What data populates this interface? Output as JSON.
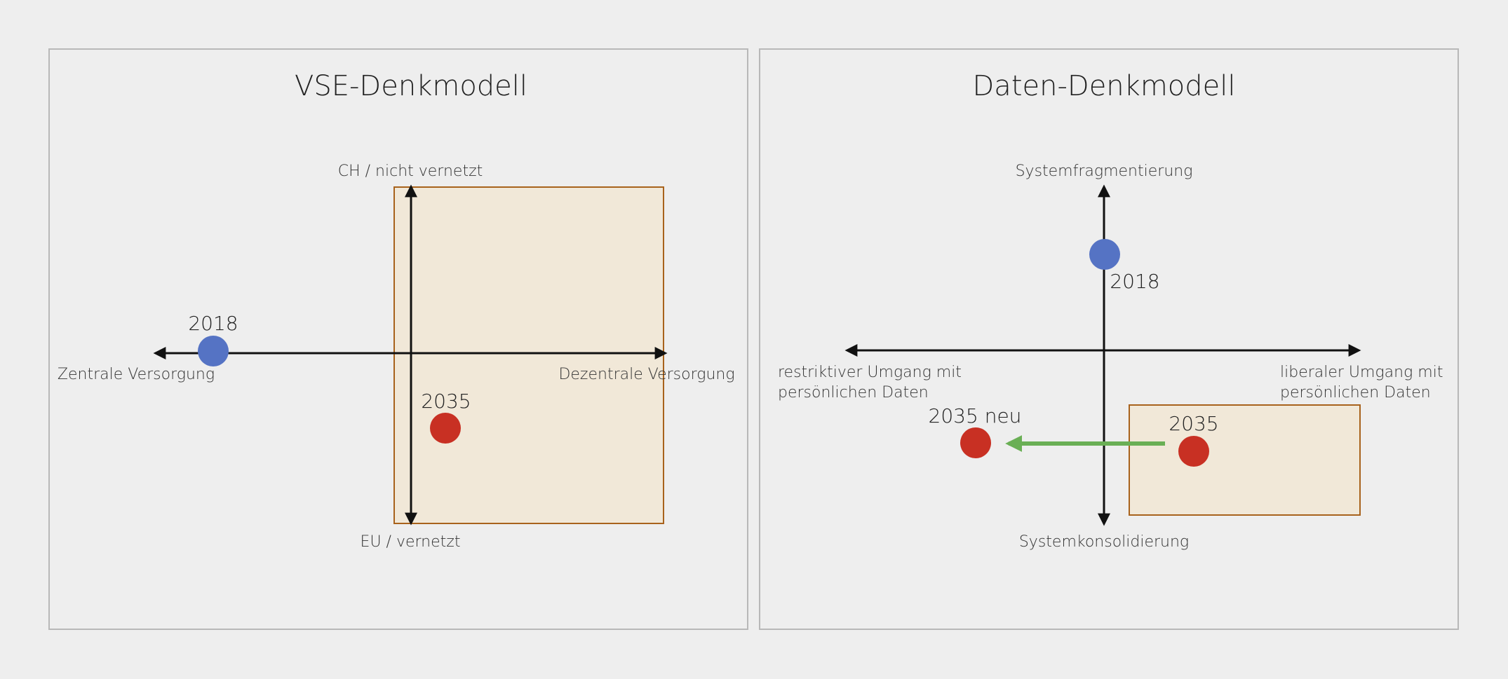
{
  "colors": {
    "background": "#eeeeee",
    "panel_border": "#b8b8b8",
    "axis": "#111111",
    "region_fill": "#f1e8d8",
    "region_stroke": "#a8621c",
    "marker_2018": "#5573c4",
    "marker_2035": "#c83023",
    "shift_arrow": "#6aaf55"
  },
  "left": {
    "title": "VSE-Denkmodell",
    "axis_top": "CH / nicht vernetzt",
    "axis_bottom": "EU / vernetzt",
    "axis_left": "Zentrale Versorgung",
    "axis_right": "Dezentrale Versorgung",
    "marker_2018": "2018",
    "marker_2035": "2035"
  },
  "right": {
    "title": "Daten-Denkmodell",
    "axis_top": "Systemfragmentierung",
    "axis_bottom": "Systemkonsolidierung",
    "axis_left_line1": "restriktiver Umgang mit",
    "axis_left_line2": "persönlichen Daten",
    "axis_right_line1": "liberaler Umgang mit",
    "axis_right_line2": "persönlichen Daten",
    "marker_2018": "2018",
    "marker_2035": "2035",
    "marker_2035_new": "2035 neu"
  }
}
